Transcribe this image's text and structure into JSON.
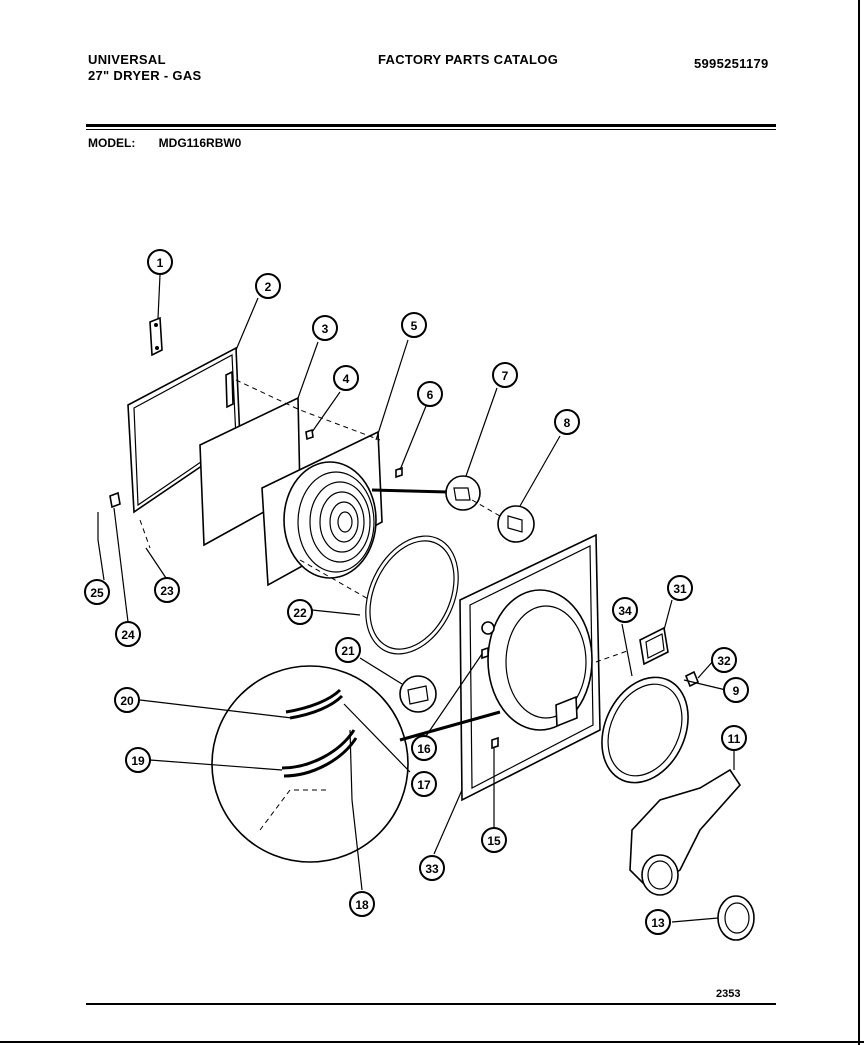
{
  "header": {
    "brand": "UNIVERSAL",
    "product": "27\" DRYER - GAS",
    "title": "FACTORY PARTS CATALOG",
    "catalog_number": "5995251179",
    "model_label": "MODEL:",
    "model_number": "MDG116RBW0"
  },
  "callouts": [
    "1",
    "2",
    "3",
    "4",
    "5",
    "6",
    "7",
    "8",
    "25",
    "24",
    "23",
    "22",
    "21",
    "20",
    "19",
    "17",
    "18",
    "16",
    "15",
    "33",
    "34",
    "31",
    "32",
    "9",
    "11",
    "13"
  ],
  "footer": {
    "diagram_number": "2353"
  }
}
